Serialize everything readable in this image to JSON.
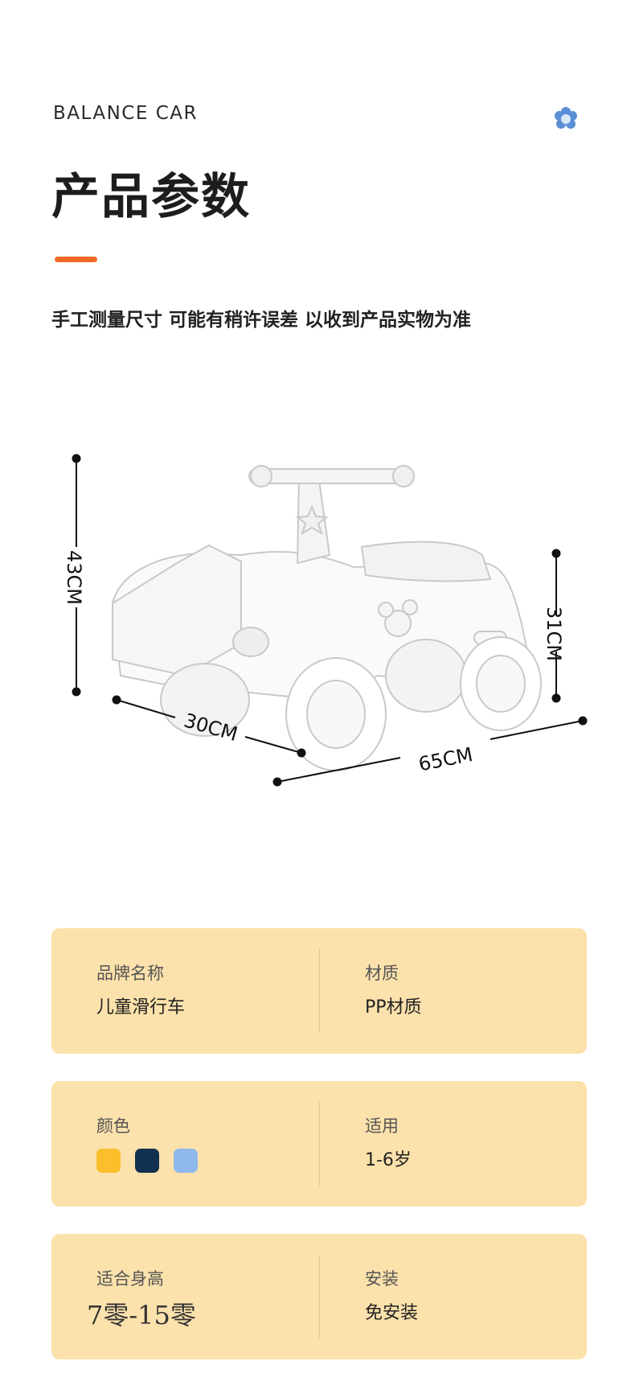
{
  "header": {
    "eyebrow": "BALANCE CAR",
    "title": "产品参数",
    "subtitle": "手工测量尺寸 可能有稍许误差 以收到产品实物为准"
  },
  "colors": {
    "accent": "#ef6a24",
    "card_bg": "#fbe1ab",
    "icon_blue": "#5b8fd6"
  },
  "dimensions": {
    "height": "43CM",
    "seat_height": "31CM",
    "width": "30CM",
    "length": "65CM"
  },
  "specs": {
    "brand": {
      "label": "品牌名称",
      "value": "儿童滑行车"
    },
    "material": {
      "label": "材质",
      "value": "PP材质"
    },
    "color": {
      "label": "颜色",
      "swatches": [
        "#fbbf2c",
        "#12304f",
        "#8fb9ec"
      ]
    },
    "age": {
      "label": "适用",
      "value": "1-6岁"
    },
    "height": {
      "label": "适合身高",
      "value": "7零-15零"
    },
    "install": {
      "label": "安装",
      "value": "免安装"
    }
  }
}
